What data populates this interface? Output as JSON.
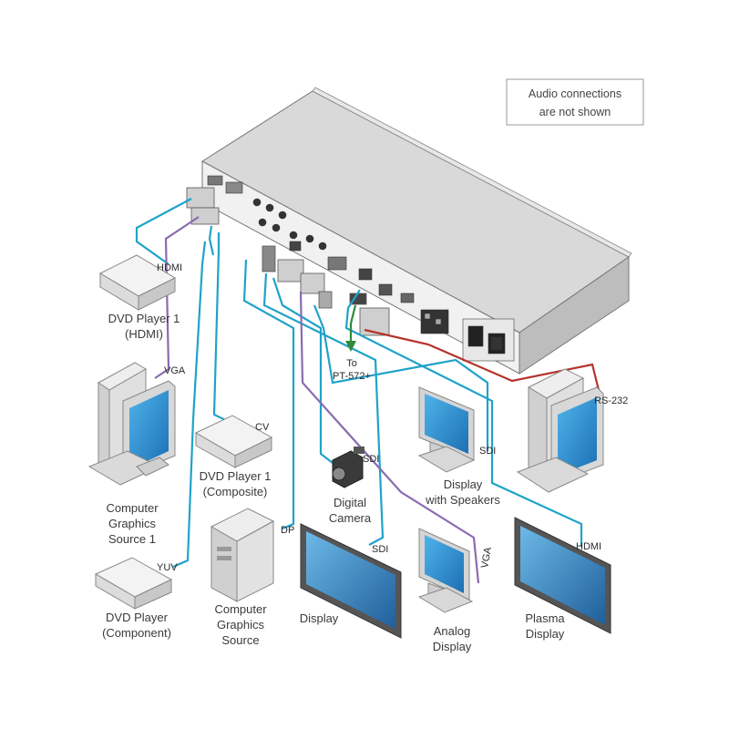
{
  "note": {
    "line1": "Audio connections",
    "line2": "are not shown"
  },
  "devices": {
    "dvd_hdmi": {
      "line1": "DVD Player 1",
      "line2": "(HDMI)"
    },
    "computer1": {
      "line1": "Computer",
      "line2": "Graphics",
      "line3": "Source 1"
    },
    "dvd_component": {
      "line1": "DVD Player",
      "line2": "(Component)"
    },
    "dvd_composite": {
      "line1": "DVD Player 1",
      "line2": "(Composite)"
    },
    "computer_dp": {
      "line1": "Computer",
      "line2": "Graphics",
      "line3": "Source"
    },
    "camera": {
      "line1": "Digital",
      "line2": "Camera"
    },
    "display": {
      "line1": "Display"
    },
    "display_speakers": {
      "line1": "Display",
      "line2": "with Speakers"
    },
    "analog_display": {
      "line1": "Analog",
      "line2": "Display"
    },
    "plasma": {
      "line1": "Plasma",
      "line2": "Display"
    },
    "to_pt": {
      "line1": "To",
      "line2": "PT-572+"
    }
  },
  "connections": {
    "hdmi_in": "HDMI",
    "vga_in": "VGA",
    "cv_in": "CV",
    "yuv_in": "YUV",
    "dp_in": "DP",
    "sdi_camera": "SDI",
    "sdi_display": "SDI",
    "sdi_speakers": "SDI",
    "vga_out": "VGA",
    "hdmi_out": "HDMI",
    "rs232": "RS-232"
  },
  "colors": {
    "hdmi_cable": "#1fa3c9",
    "vga_cable": "#8a6bb0",
    "rs232_cable": "#b5332c",
    "ptlink_cable": "#2e8b3a",
    "device_body": "#e4e4e4",
    "screen": "#2f8fd0"
  }
}
